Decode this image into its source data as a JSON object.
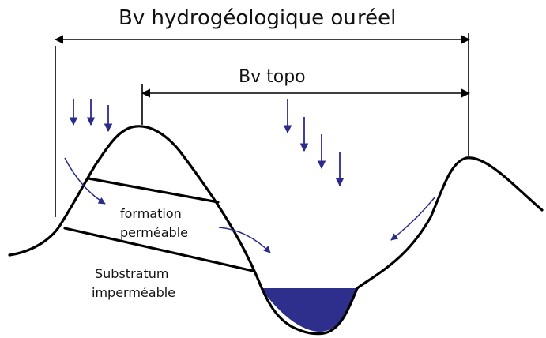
{
  "title": {
    "text": "Bv hydrogéologique ou",
    "accent": "réel",
    "accent_color": "#e8336e"
  },
  "subtitle": "Bv topo",
  "labels": {
    "formation_line1": "formation",
    "formation_line2": "perméable",
    "substratum_line1": "Substratum",
    "substratum_line2": "imperméable"
  },
  "colors": {
    "arrow": "#2b2b8c",
    "water": "#2e2e8c",
    "ground": "#000000"
  },
  "icons": [
    "rain-arrow-icon",
    "flow-arrow-icon"
  ]
}
